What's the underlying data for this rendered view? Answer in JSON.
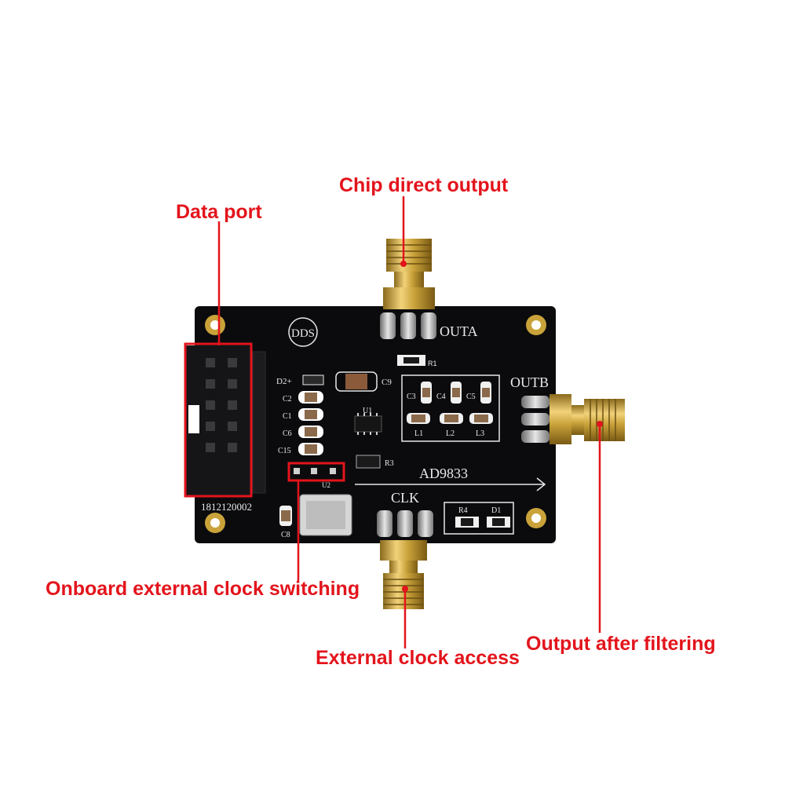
{
  "callouts": {
    "chip_direct_output": "Chip direct output",
    "data_port": "Data port",
    "onboard_clock_switching": "Onboard external clock switching",
    "external_clock_access": "External clock access",
    "output_after_filtering": "Output after filtering"
  },
  "board": {
    "logo": "DDS",
    "outa": "OUTA",
    "outb": "OUTB",
    "clk": "CLK",
    "chip": "AD9833",
    "serial": "1812120002",
    "labels": {
      "d2": "D2+",
      "c9": "C9",
      "c2": "C2",
      "c1": "C1",
      "c6": "C6",
      "c15": "C15",
      "u1": "U1",
      "r3": "R3",
      "u2": "U2",
      "c8": "C8",
      "c3": "C3",
      "c4": "C4",
      "c5": "C5",
      "l1": "L1",
      "l2": "L2",
      "l3": "L3",
      "r4": "R4",
      "d1": "D1",
      "r1": "R1"
    }
  },
  "colors": {
    "callout_red": "#e3141c",
    "pcb_black": "#0b0b0d",
    "gold": "#c9a23a",
    "silkscreen": "#e8e8e8"
  }
}
